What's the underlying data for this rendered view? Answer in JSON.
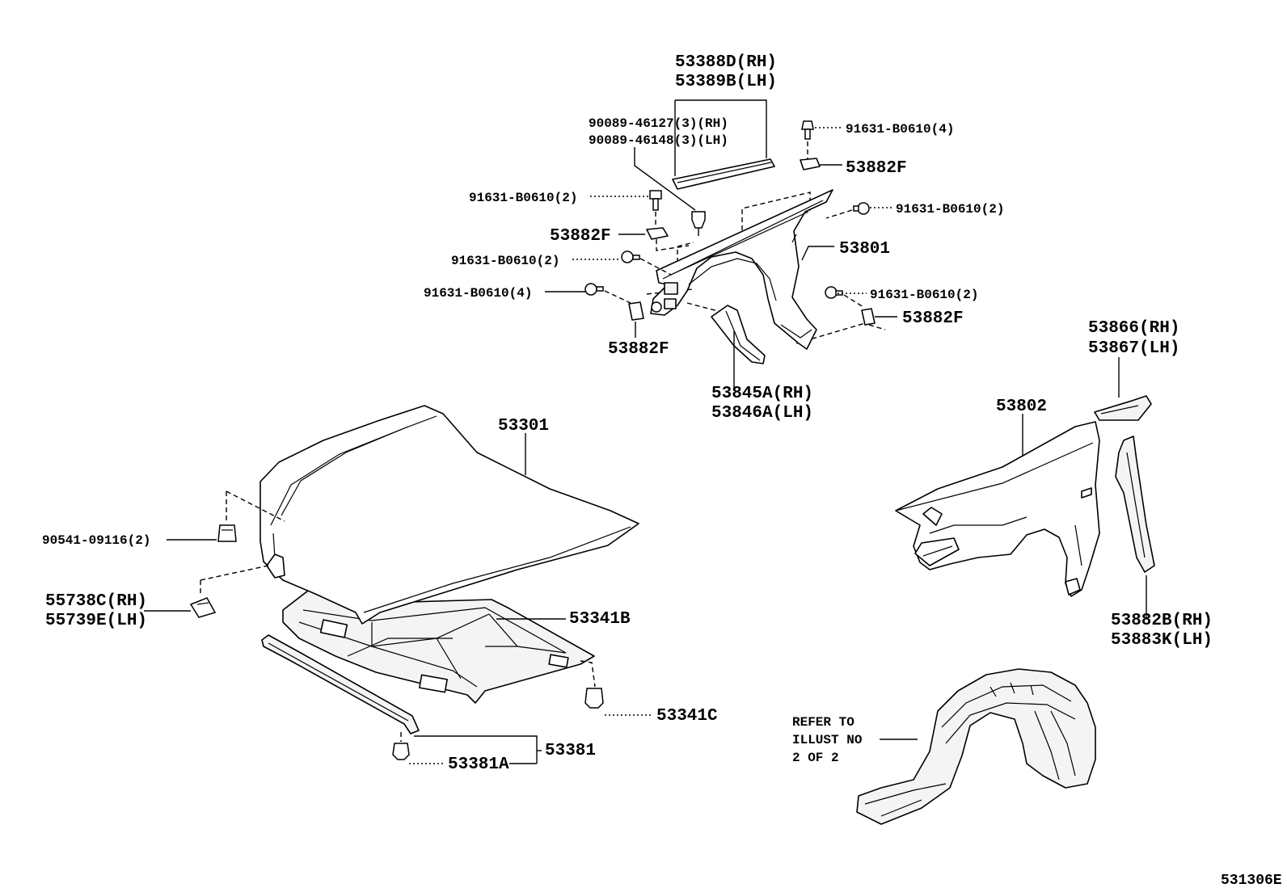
{
  "diagram": {
    "type": "exploded-parts-diagram",
    "figure_number": "531306E",
    "note": [
      "REFER TO",
      "ILLUST NO",
      "2 OF 2"
    ],
    "labels": {
      "p53388D": "53388D(RH)",
      "p53389B": "53389B(LH)",
      "p90089a": "90089-46127(3)(RH)",
      "p90089b": "90089-46148(3)(LH)",
      "b91631_4_top": "91631-B0610(4)",
      "c53882F_top": "53882F",
      "b91631_2_right": "91631-B0610(2)",
      "b91631_2_left": "91631-B0610(2)",
      "c53882F_left": "53882F",
      "p53801": "53801",
      "b91631_2_mid": "91631-B0610(2)",
      "b91631_4_left": "91631-B0610(4)",
      "b91631_2_lower": "91631-B0610(2)",
      "c53882F_right": "53882F",
      "c53882F_bottom": "53882F",
      "p53845A": "53845A(RH)",
      "p53846A": "53846A(LH)",
      "p53866": "53866(RH)",
      "p53867": "53867(LH)",
      "p53802": "53802",
      "p53301": "53301",
      "p90541": "90541-09116(2)",
      "p55738C": "55738C(RH)",
      "p55739E": "55739E(LH)",
      "p53341B": "53341B",
      "p53341C": "53341C",
      "p53381": "53381",
      "p53381A": "53381A",
      "p53882B": "53882B(RH)",
      "p53883K": "53883K(LH)"
    }
  }
}
